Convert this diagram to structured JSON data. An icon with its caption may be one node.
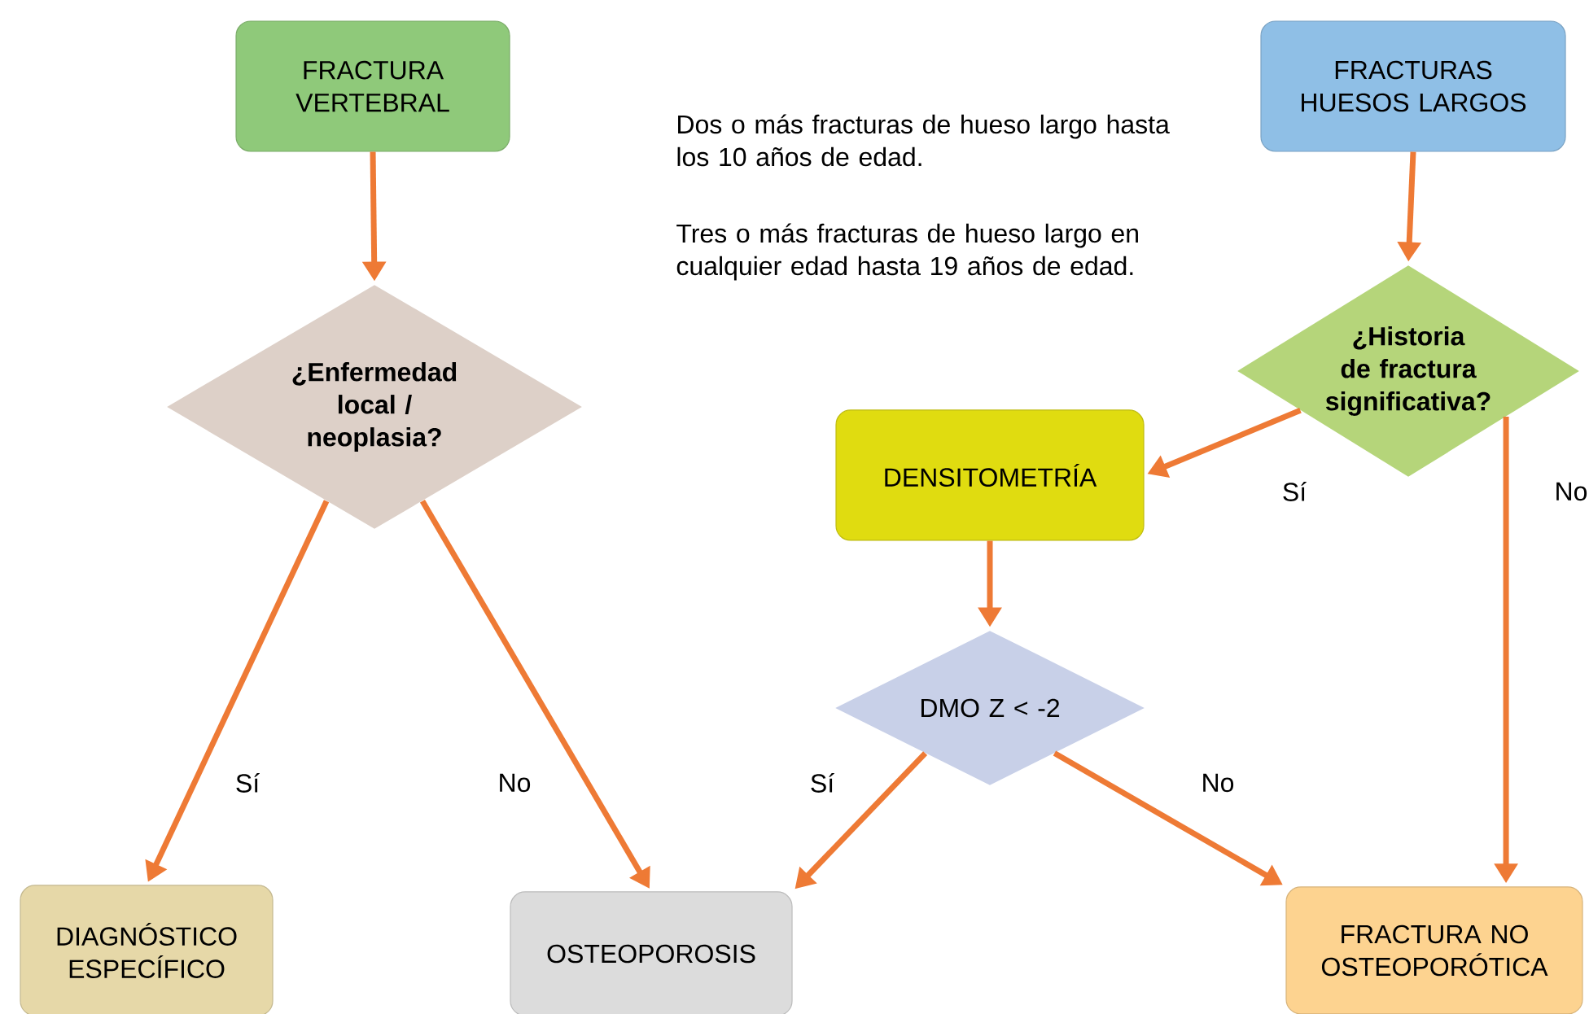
{
  "diagram": {
    "nodes": [
      {
        "text": [
          "FRACTURA VERTEBRAL"
        ]
      },
      {
        "text": [
          "FRACTURAS HUESOS LARGOS"
        ]
      },
      {
        "text": [
          "¿Enfermedad local / neoplasia?"
        ]
      },
      {
        "text": [
          "¿Historia de fractura significativa?"
        ]
      },
      {
        "text": [
          "DENSITOMETRÍA"
        ]
      },
      {
        "text": [
          "DMO Z < -2"
        ]
      },
      {
        "text": [
          "DIAGNÓSTICO ESPECÍFICO"
        ]
      },
      {
        "text": [
          "OSTEOPOROSIS"
        ]
      },
      {
        "text": [
          "FRACTURA NO OSTEOPORÓTICA"
        ]
      }
    ],
    "edges": [
      {
        "from": 0,
        "to": 2,
        "arrow": "to"
      },
      {
        "from": 1,
        "to": 3,
        "arrow": "to"
      },
      {
        "from": 2,
        "to": 6,
        "arrow": "to",
        "label": "Sí"
      },
      {
        "from": 2,
        "to": 7,
        "arrow": "to",
        "label": "No"
      },
      {
        "from": 3,
        "to": 4,
        "arrow": "to",
        "label": "Sí"
      },
      {
        "from": 3,
        "to": 8,
        "arrow": "to",
        "label": "No"
      },
      {
        "from": 4,
        "to": 5,
        "arrow": "to"
      },
      {
        "from": 5,
        "to": 7,
        "arrow": "to",
        "label": "Sí"
      },
      {
        "from": 5,
        "to": 8,
        "arrow": "to",
        "label": "No"
      }
    ],
    "labels": [
      "Dos o más fracturas de hueso largo hasta los 10 años de edad.",
      "Tres o más fracturas de hueso largo en cualquier edad hasta 19 años de edad."
    ]
  }
}
